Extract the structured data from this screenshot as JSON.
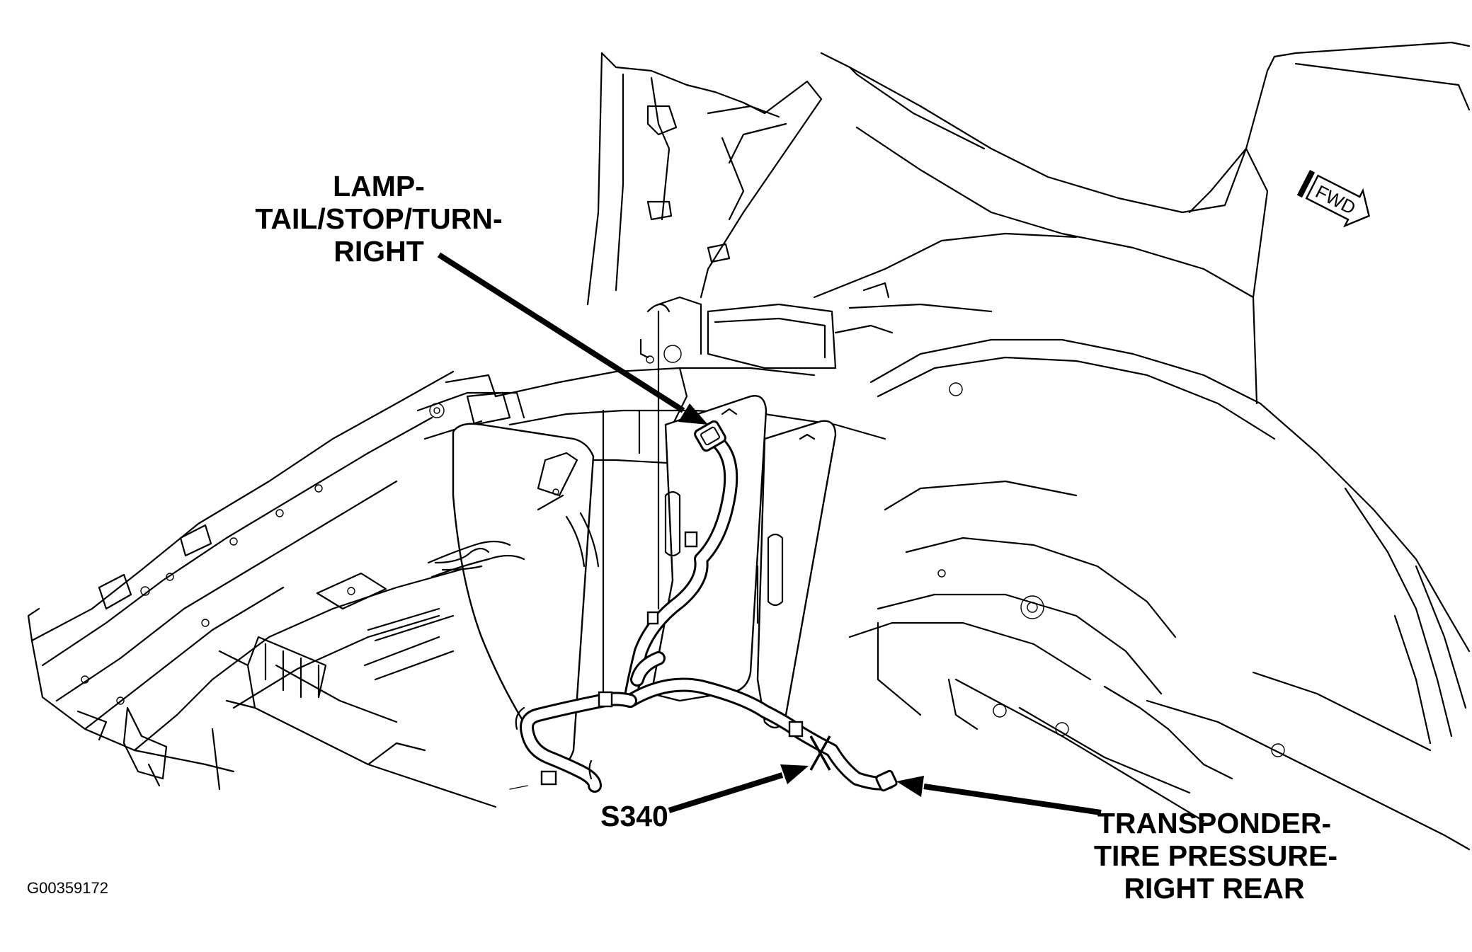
{
  "figure_id": "G00359172",
  "direction_indicator": {
    "text": "FWD",
    "icon": "forward-arrow-icon"
  },
  "callouts": {
    "lamp": {
      "lines": [
        "LAMP-",
        "TAIL/STOP/TURN-",
        "RIGHT"
      ]
    },
    "splice": {
      "text": "S340"
    },
    "transponder": {
      "lines": [
        "TRANSPONDER-",
        "TIRE PRESSURE-",
        "RIGHT REAR"
      ]
    }
  }
}
